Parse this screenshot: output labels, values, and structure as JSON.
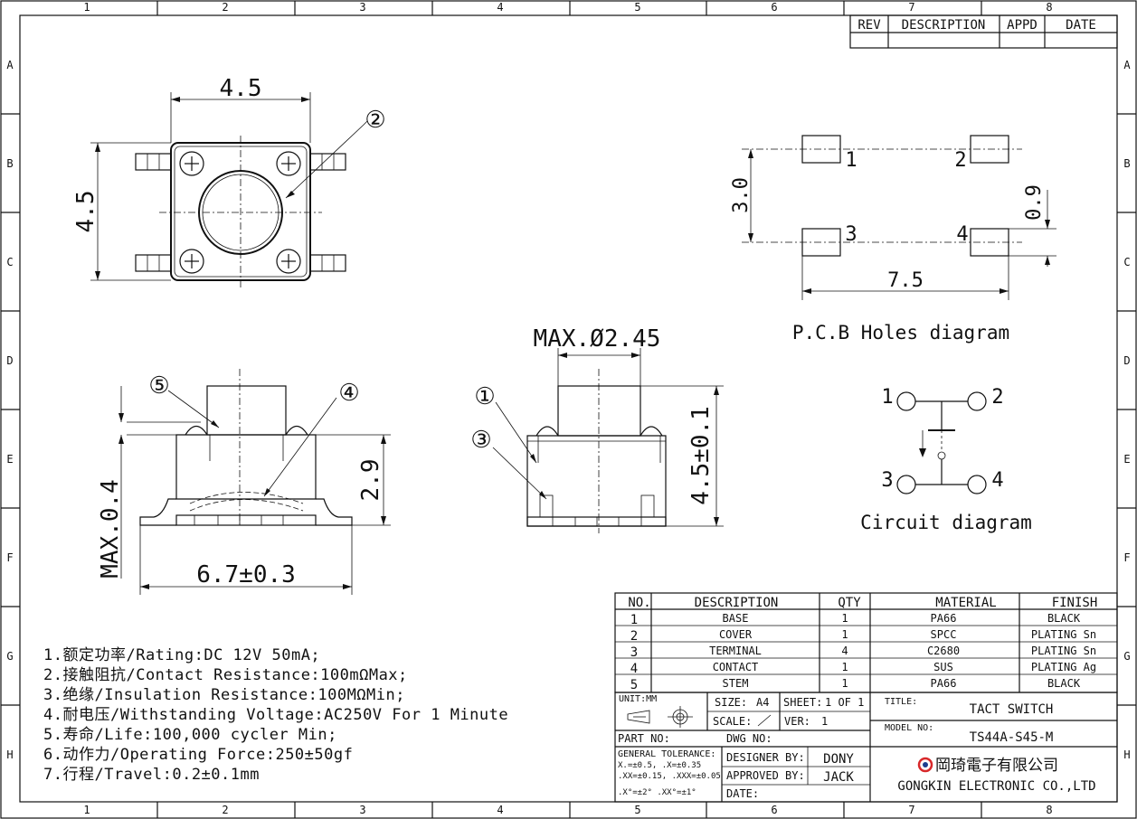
{
  "border": {
    "columns": [
      "1",
      "2",
      "3",
      "4",
      "5",
      "6",
      "7",
      "8"
    ],
    "rows": [
      "A",
      "B",
      "C",
      "D",
      "E",
      "F",
      "G",
      "H"
    ]
  },
  "revision_table": {
    "headers": [
      "REV",
      "DESCRIPTION",
      "APPD",
      "DATE"
    ]
  },
  "top_view": {
    "width_label": "4.5",
    "height_label": "4.5",
    "callout": "②"
  },
  "side_view": {
    "callout_left": "⑤",
    "callout_right": "④",
    "height_label": "2.9",
    "max_label": "MAX.0.4",
    "width_label": "6.7±0.3"
  },
  "front_view": {
    "diameter_label": "MAX.Ø2.45",
    "height_label": "4.5±0.1",
    "callout_1": "①",
    "callout_3": "③"
  },
  "pcb": {
    "pads": [
      "1",
      "2",
      "3",
      "4"
    ],
    "vertical_label": "3.0",
    "pad_height_label": "0.9",
    "width_label": "7.5",
    "caption": "P.C.B Holes diagram"
  },
  "circuit": {
    "pins": [
      "1",
      "2",
      "3",
      "4"
    ],
    "caption": "Circuit diagram"
  },
  "notes": [
    "1.额定功率/Rating:DC 12V 50mA;",
    "2.接触阻抗/Contact Resistance:100mΩMax;",
    "3.绝缘/Insulation Resistance:100MΩMin;",
    "4.耐电压/Withstanding Voltage:AC250V For 1 Minute",
    "5.寿命/Life:100,000 cycler Min;",
    "6.动作力/Operating Force:250±50gf",
    "7.行程/Travel:0.2±0.1mm"
  ],
  "parts_table": {
    "headers": [
      "NO.",
      "DESCRIPTION",
      "QTY",
      "MATERIAL",
      "FINISH"
    ],
    "rows": [
      [
        "1",
        "BASE",
        "1",
        "PA66",
        "BLACK"
      ],
      [
        "2",
        "COVER",
        "1",
        "SPCC",
        "PLATING Sn"
      ],
      [
        "3",
        "TERMINAL",
        "4",
        "C2680",
        "PLATING Sn"
      ],
      [
        "4",
        "CONTACT",
        "1",
        "SUS",
        "PLATING Ag"
      ],
      [
        "5",
        "STEM",
        "1",
        "PA66",
        "BLACK"
      ]
    ]
  },
  "title_block": {
    "unit": "UNIT:MM",
    "size_label": "SIZE:",
    "size_value": "A4",
    "sheet_label": "SHEET:",
    "sheet_value": "1 OF 1",
    "scale_label": "SCALE:",
    "ver_label": "VER:",
    "ver_value": "1",
    "title_label": "TITLE:",
    "title_value": "TACT SWITCH",
    "model_label": "MODEL NO:",
    "model_value": "TS44A-S45-M",
    "part_label": "PART NO:",
    "dwg_label": "DWG NO:",
    "tolerance_title": "GENERAL TOLERANCE:",
    "tolerance_lines": [
      "X.=±0.5,    .X=±0.35",
      ".XX=±0.15, .XXX=±0.05",
      ".X°=±2°  .XX°=±1°"
    ],
    "designer_label": "DESIGNER BY:",
    "designer_value": "DONY",
    "approved_label": "APPROVED BY:",
    "approved_value": "JACK",
    "date_label": "DATE:",
    "company_cn": "岡琦電子有限公司",
    "company_en": "GONGKIN ELECTRONIC CO.,LTD",
    "logo_color": "#d8282a"
  }
}
